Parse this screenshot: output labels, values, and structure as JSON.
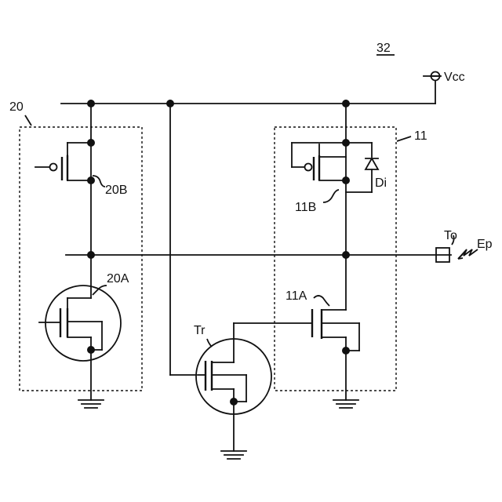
{
  "figure_ref": "32",
  "labels": {
    "vcc": "Vcc",
    "block_20": "20",
    "block_11": "11",
    "tr_20B": "20B",
    "tr_20A": "20A",
    "tr_11B": "11B",
    "tr_11A": "11A",
    "tr_Tr": "Tr",
    "diode": "Di",
    "terminal": "To",
    "external": "Ep"
  }
}
